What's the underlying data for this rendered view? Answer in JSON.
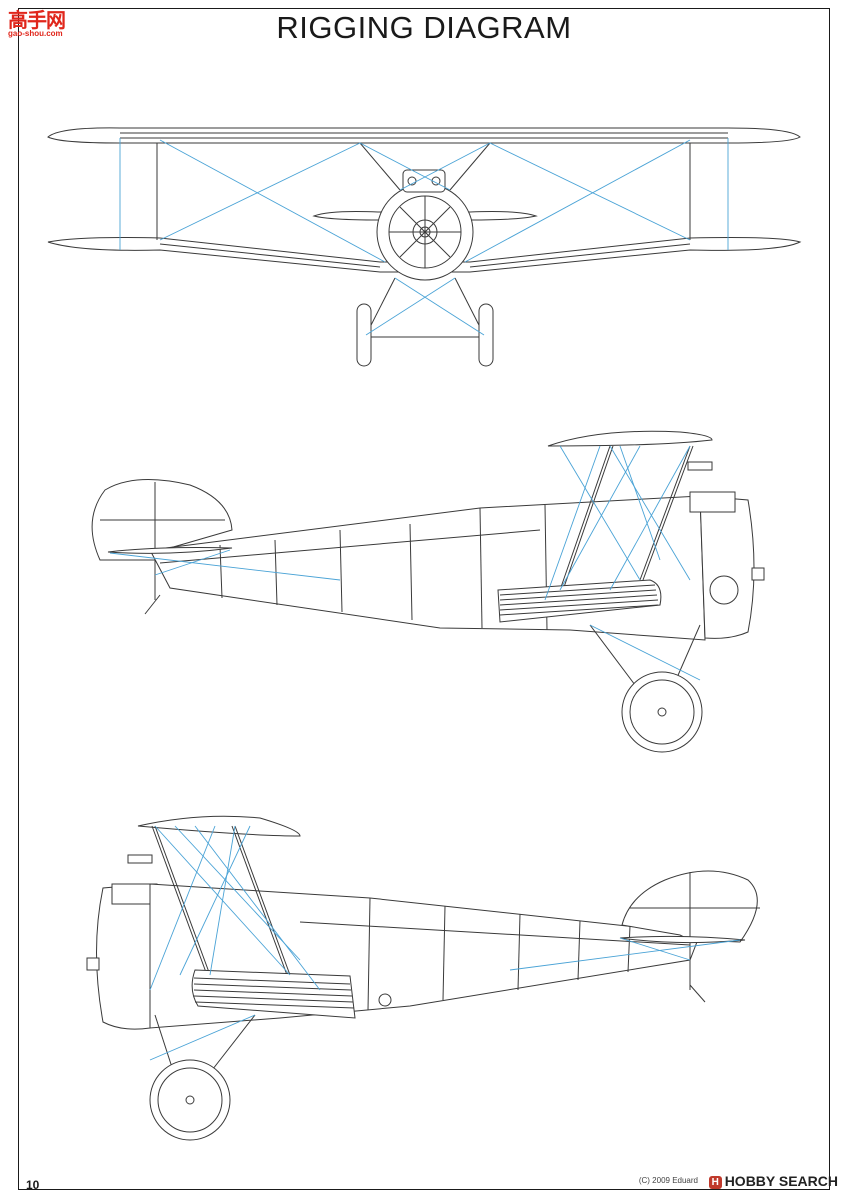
{
  "page": {
    "title": "RIGGING DIAGRAM",
    "page_number": "10"
  },
  "watermark": {
    "site_chars": "高手网",
    "site_url": "gao-shou.com"
  },
  "footer": {
    "credit": "(C) 2009 Eduard",
    "brand": "HOBBY SEARCH",
    "brand_icon": "hobbysearch-logo-icon"
  },
  "colors": {
    "rigging": "#4aa3d6",
    "outline": "#3a3a3a",
    "watermark": "#e0261b"
  },
  "views": [
    {
      "id": "front",
      "icon": "biplane-front-view"
    },
    {
      "id": "left-side",
      "icon": "biplane-left-side-view"
    },
    {
      "id": "right-side",
      "icon": "biplane-right-side-view"
    }
  ]
}
